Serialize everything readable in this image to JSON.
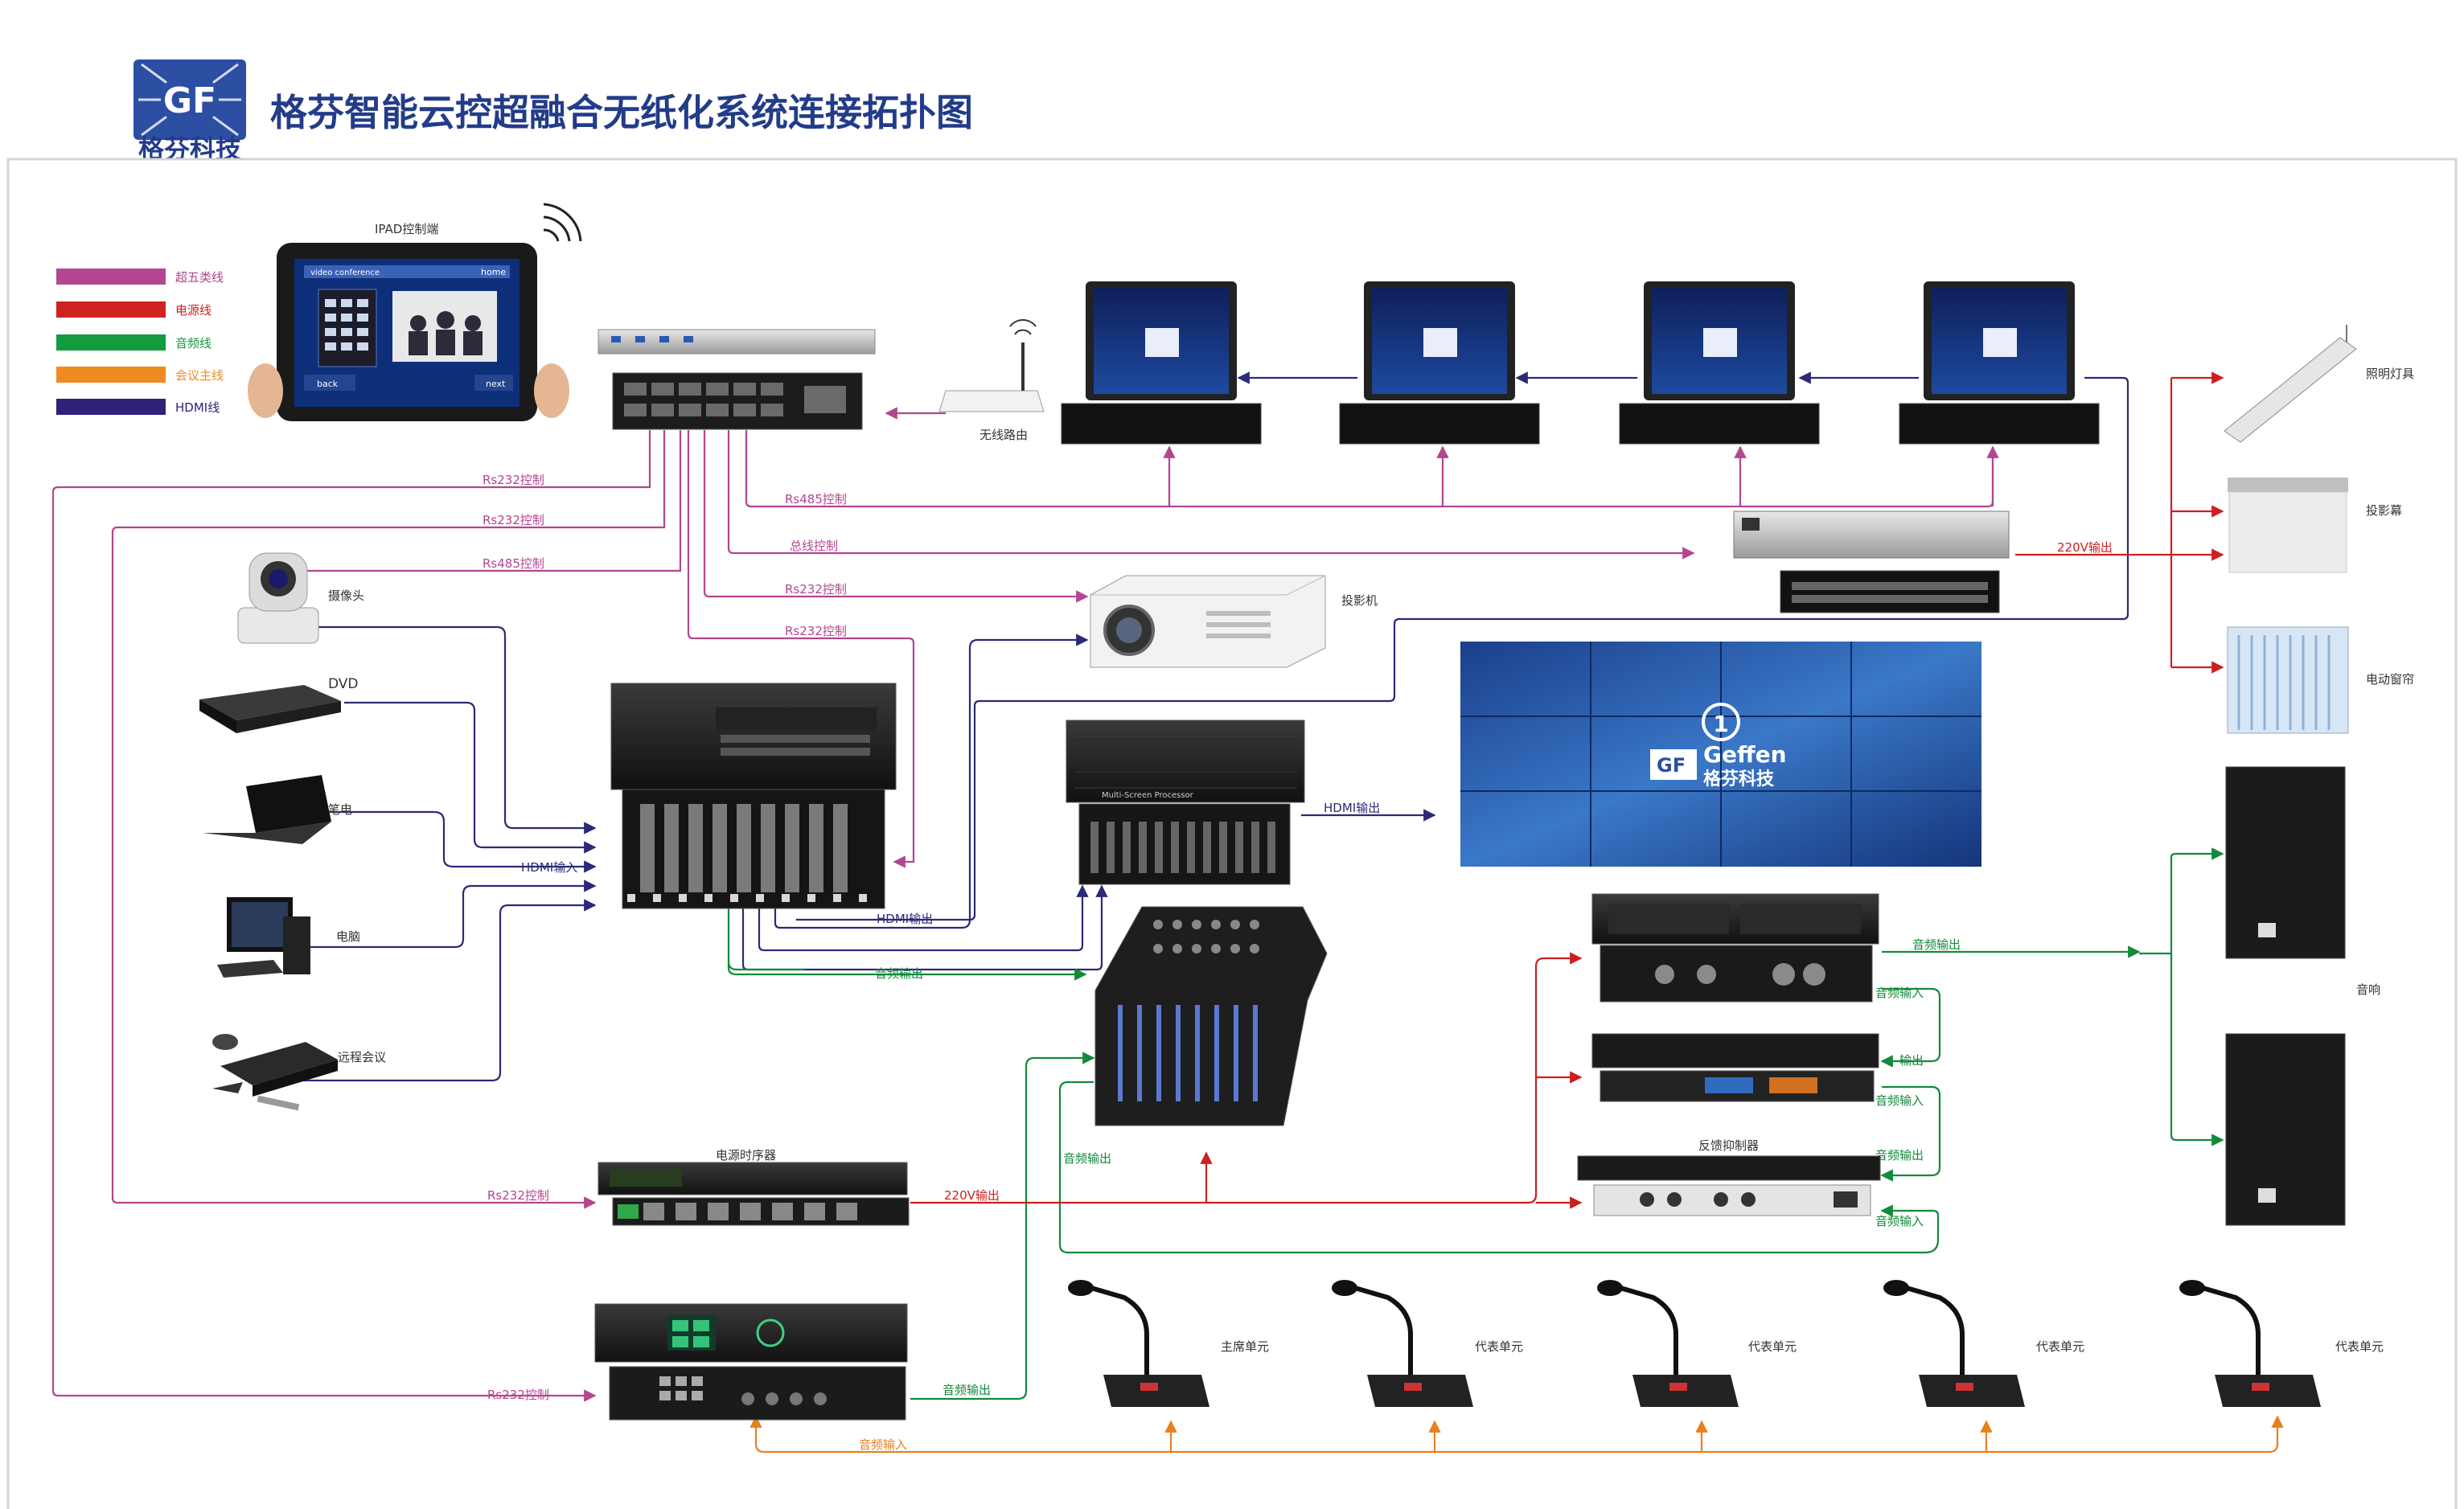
{
  "header": {
    "title": "格芬智能云控超融合无纸化系统连接拓扑图",
    "logo_text": "格芬科技"
  },
  "colors": {
    "cat5": "#b3468f",
    "power": "#cc2020",
    "audio": "#128a3a",
    "bus": "#e8801e",
    "hdmi": "#2a2a78",
    "border": "#cfcfcf",
    "title": "#223c8a"
  },
  "legend": [
    {
      "label": "超五类线",
      "color": "#b3468f"
    },
    {
      "label": "电源线",
      "color": "#d02121"
    },
    {
      "label": "音频线",
      "color": "#149a3f"
    },
    {
      "label": "会议主线",
      "color": "#ef8a22"
    },
    {
      "label": "HDMI线",
      "color": "#2d2178"
    }
  ],
  "devices": {
    "ipad": "IPAD控制端",
    "ipad_screen": "video conference",
    "ipad_home": "home",
    "ipad_back": "back",
    "ipad_next": "next",
    "router": "无线路由",
    "camera": "摄像头",
    "dvd": "DVD",
    "laptop": "笔电",
    "pc": "电脑",
    "remote": "远程会议",
    "projector": "投影机",
    "lighting": "照明灯具",
    "screen": "投影幕",
    "curtain": "电动窗帘",
    "speaker": "音响",
    "sequencer": "电源时序器",
    "feedback": "反馈抑制器",
    "chair_unit": "主席单元",
    "delegate_unit": "代表单元",
    "wall_brand_en": "Geffen",
    "wall_brand_cn": "格芬科技",
    "processor": "Multi-Screen Processor"
  },
  "connections": {
    "rs232_1": "Rs232控制",
    "rs232_2": "Rs232控制",
    "rs485_cam": "Rs485控制",
    "rs485_lift": "Rs485控制",
    "bus_ctrl": "总线控制",
    "rs232_proj": "Rs232控制",
    "rs232_matrix": "Rs232控制",
    "power_220_top": "220V输出",
    "hdmi_in": "HDMI输入",
    "hdmi_out_matrix": "HDMI输出",
    "audio_out_matrix": "音频输出",
    "hdmi_out_proc": "HDMI输出",
    "rs232_seq": "Rs232控制",
    "power_220_seq": "220V输出",
    "audio_out_mixer": "音频输出",
    "rs232_conf": "Rs232控制",
    "audio_out_conf": "音频输出",
    "audio_in_conf": "音频输入",
    "amp_audio_out": "音频输出",
    "amp_audio_in": "音频输入",
    "dsp_out": "输出",
    "dsp_in": "音频输入",
    "fb_out": "音频输出",
    "fb_in": "音频输入"
  }
}
